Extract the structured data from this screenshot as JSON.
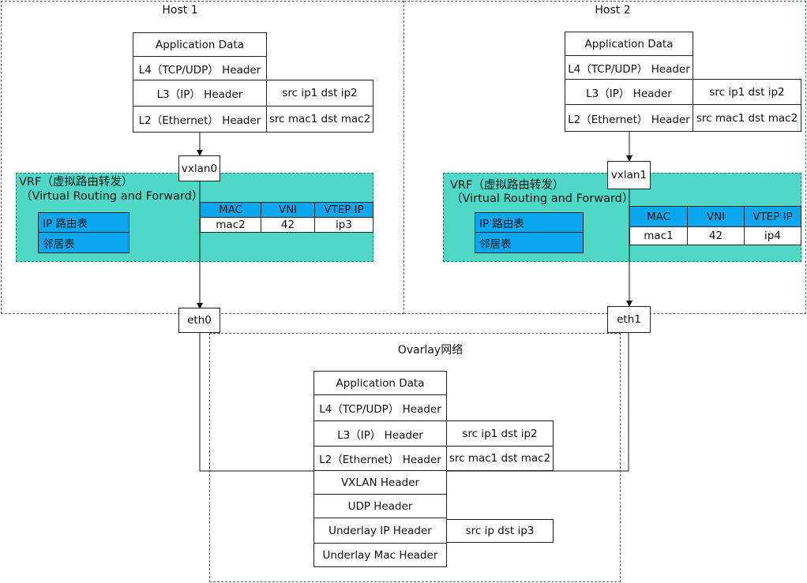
{
  "host1": {
    "title": "Host 1",
    "packet": {
      "app": "Application Data",
      "l4": "L4（TCP/UDP） Header",
      "l3": "L3（IP） Header",
      "l3_addr": "src ip1 dst ip2",
      "l2": "L2（Ethernet） Header",
      "l2_addr": "src mac1 dst mac2"
    },
    "vxlan": "vxlan0",
    "vrf": {
      "line1": "VRF（虚拟路由转发）",
      "line2": "（Virtual Routing and Forward）",
      "ip_route": "IP 路由表",
      "neighbor": "邻居表",
      "table": {
        "headers": [
          "MAC",
          "VNI",
          "VTEP IP"
        ],
        "row": [
          "mac2",
          "42",
          "ip3"
        ]
      }
    },
    "eth": "eth0"
  },
  "host2": {
    "title": "Host 2",
    "packet": {
      "app": "Application Data",
      "l4": "L4（TCP/UDP） Header",
      "l3": "L3（IP） Header",
      "l3_addr": "src ip1 dst ip2",
      "l2": "L2（Ethernet） Header",
      "l2_addr": "src mac1 dst mac2"
    },
    "vxlan": "vxlan1",
    "vrf": {
      "line1": "VRF（虚拟路由转发）",
      "line2": "（Virtual Routing and Forward）",
      "ip_route": "IP 路由表",
      "neighbor": "邻居表",
      "table": {
        "headers": [
          "MAC",
          "VNI",
          "VTEP IP"
        ],
        "row": [
          "mac1",
          "42",
          "ip4"
        ]
      }
    },
    "eth": "eth1"
  },
  "overlay": {
    "title": "Ovarlay网络",
    "packet": {
      "app": "Application Data",
      "l4": "L4（TCP/UDP） Header",
      "l3": "L3（IP） Header",
      "l3_addr": "src ip1 dst ip2",
      "l2": "L2（Ethernet） Header",
      "l2_addr": "src mac1 dst mac2",
      "vxlan": "VXLAN Header",
      "udp": "UDP Header",
      "underlay_ip": "Underlay IP Header",
      "underlay_ip_addr": "src ip dst ip3",
      "underlay_mac": "Underlay Mac Header"
    }
  },
  "colors": {
    "vrf": "#4fd8c6",
    "table_header": "#07a8ef"
  }
}
